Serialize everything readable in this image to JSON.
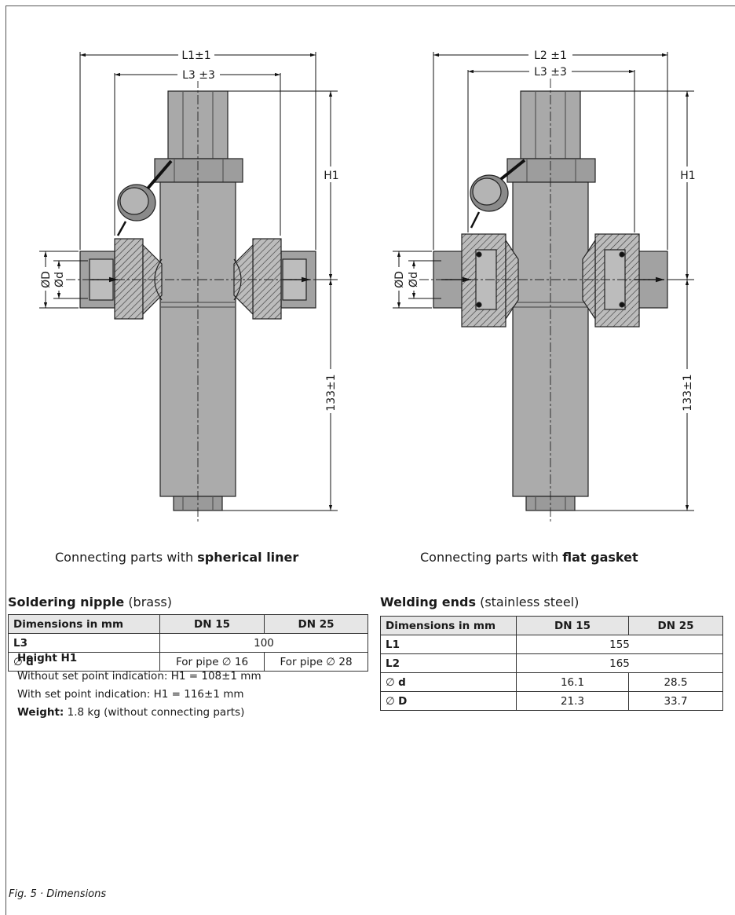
{
  "drawing_left": {
    "dims": {
      "l1": "L1±1",
      "l3": "L3 ±3",
      "h1": "H1",
      "h133": "133±1",
      "od": "ØD",
      "id": "Ød"
    },
    "caption_prefix": "Connecting parts with",
    "caption_bold": "spherical liner"
  },
  "drawing_right": {
    "dims": {
      "l2": "L2 ±1",
      "l3": "L3 ±3",
      "h1": "H1",
      "h133": "133±1",
      "od": "ØD",
      "id": "Ød"
    },
    "caption_prefix": "Connecting parts with",
    "caption_bold": "flat gasket"
  },
  "soldering_table": {
    "title_bold": "Soldering nipple",
    "title_rest": "(brass)",
    "headers": [
      "Dimensions in mm",
      "DN 15",
      "DN 25"
    ],
    "rows": [
      {
        "label": "L3",
        "merged": "100"
      },
      {
        "label_sym": "∅",
        "label": "d",
        "dn15": "For pipe ∅ 16",
        "dn25": "For pipe ∅ 28"
      }
    ]
  },
  "welding_table": {
    "title_bold": "Welding ends",
    "title_rest": "(stainless steel)",
    "headers": [
      "Dimensions in mm",
      "DN 15",
      "DN 25"
    ],
    "rows": [
      {
        "label": "L1",
        "merged": "155"
      },
      {
        "label": "L2",
        "merged": "165"
      },
      {
        "label_sym": "∅",
        "label": "d",
        "dn15": "16.1",
        "dn25": "28.5"
      },
      {
        "label_sym": "∅",
        "label": "D",
        "dn15": "21.3",
        "dn25": "33.7"
      }
    ]
  },
  "notes": {
    "height_title": "Height H1",
    "line1": "Without set point indication: H1 = 108±1 mm",
    "line2": "With set point indication: H1 = 116±1 mm",
    "weight_label": "Weight:",
    "weight_value": "1.8 kg (without connecting parts)"
  },
  "figure_caption": "Fig. 5 · Dimensions"
}
